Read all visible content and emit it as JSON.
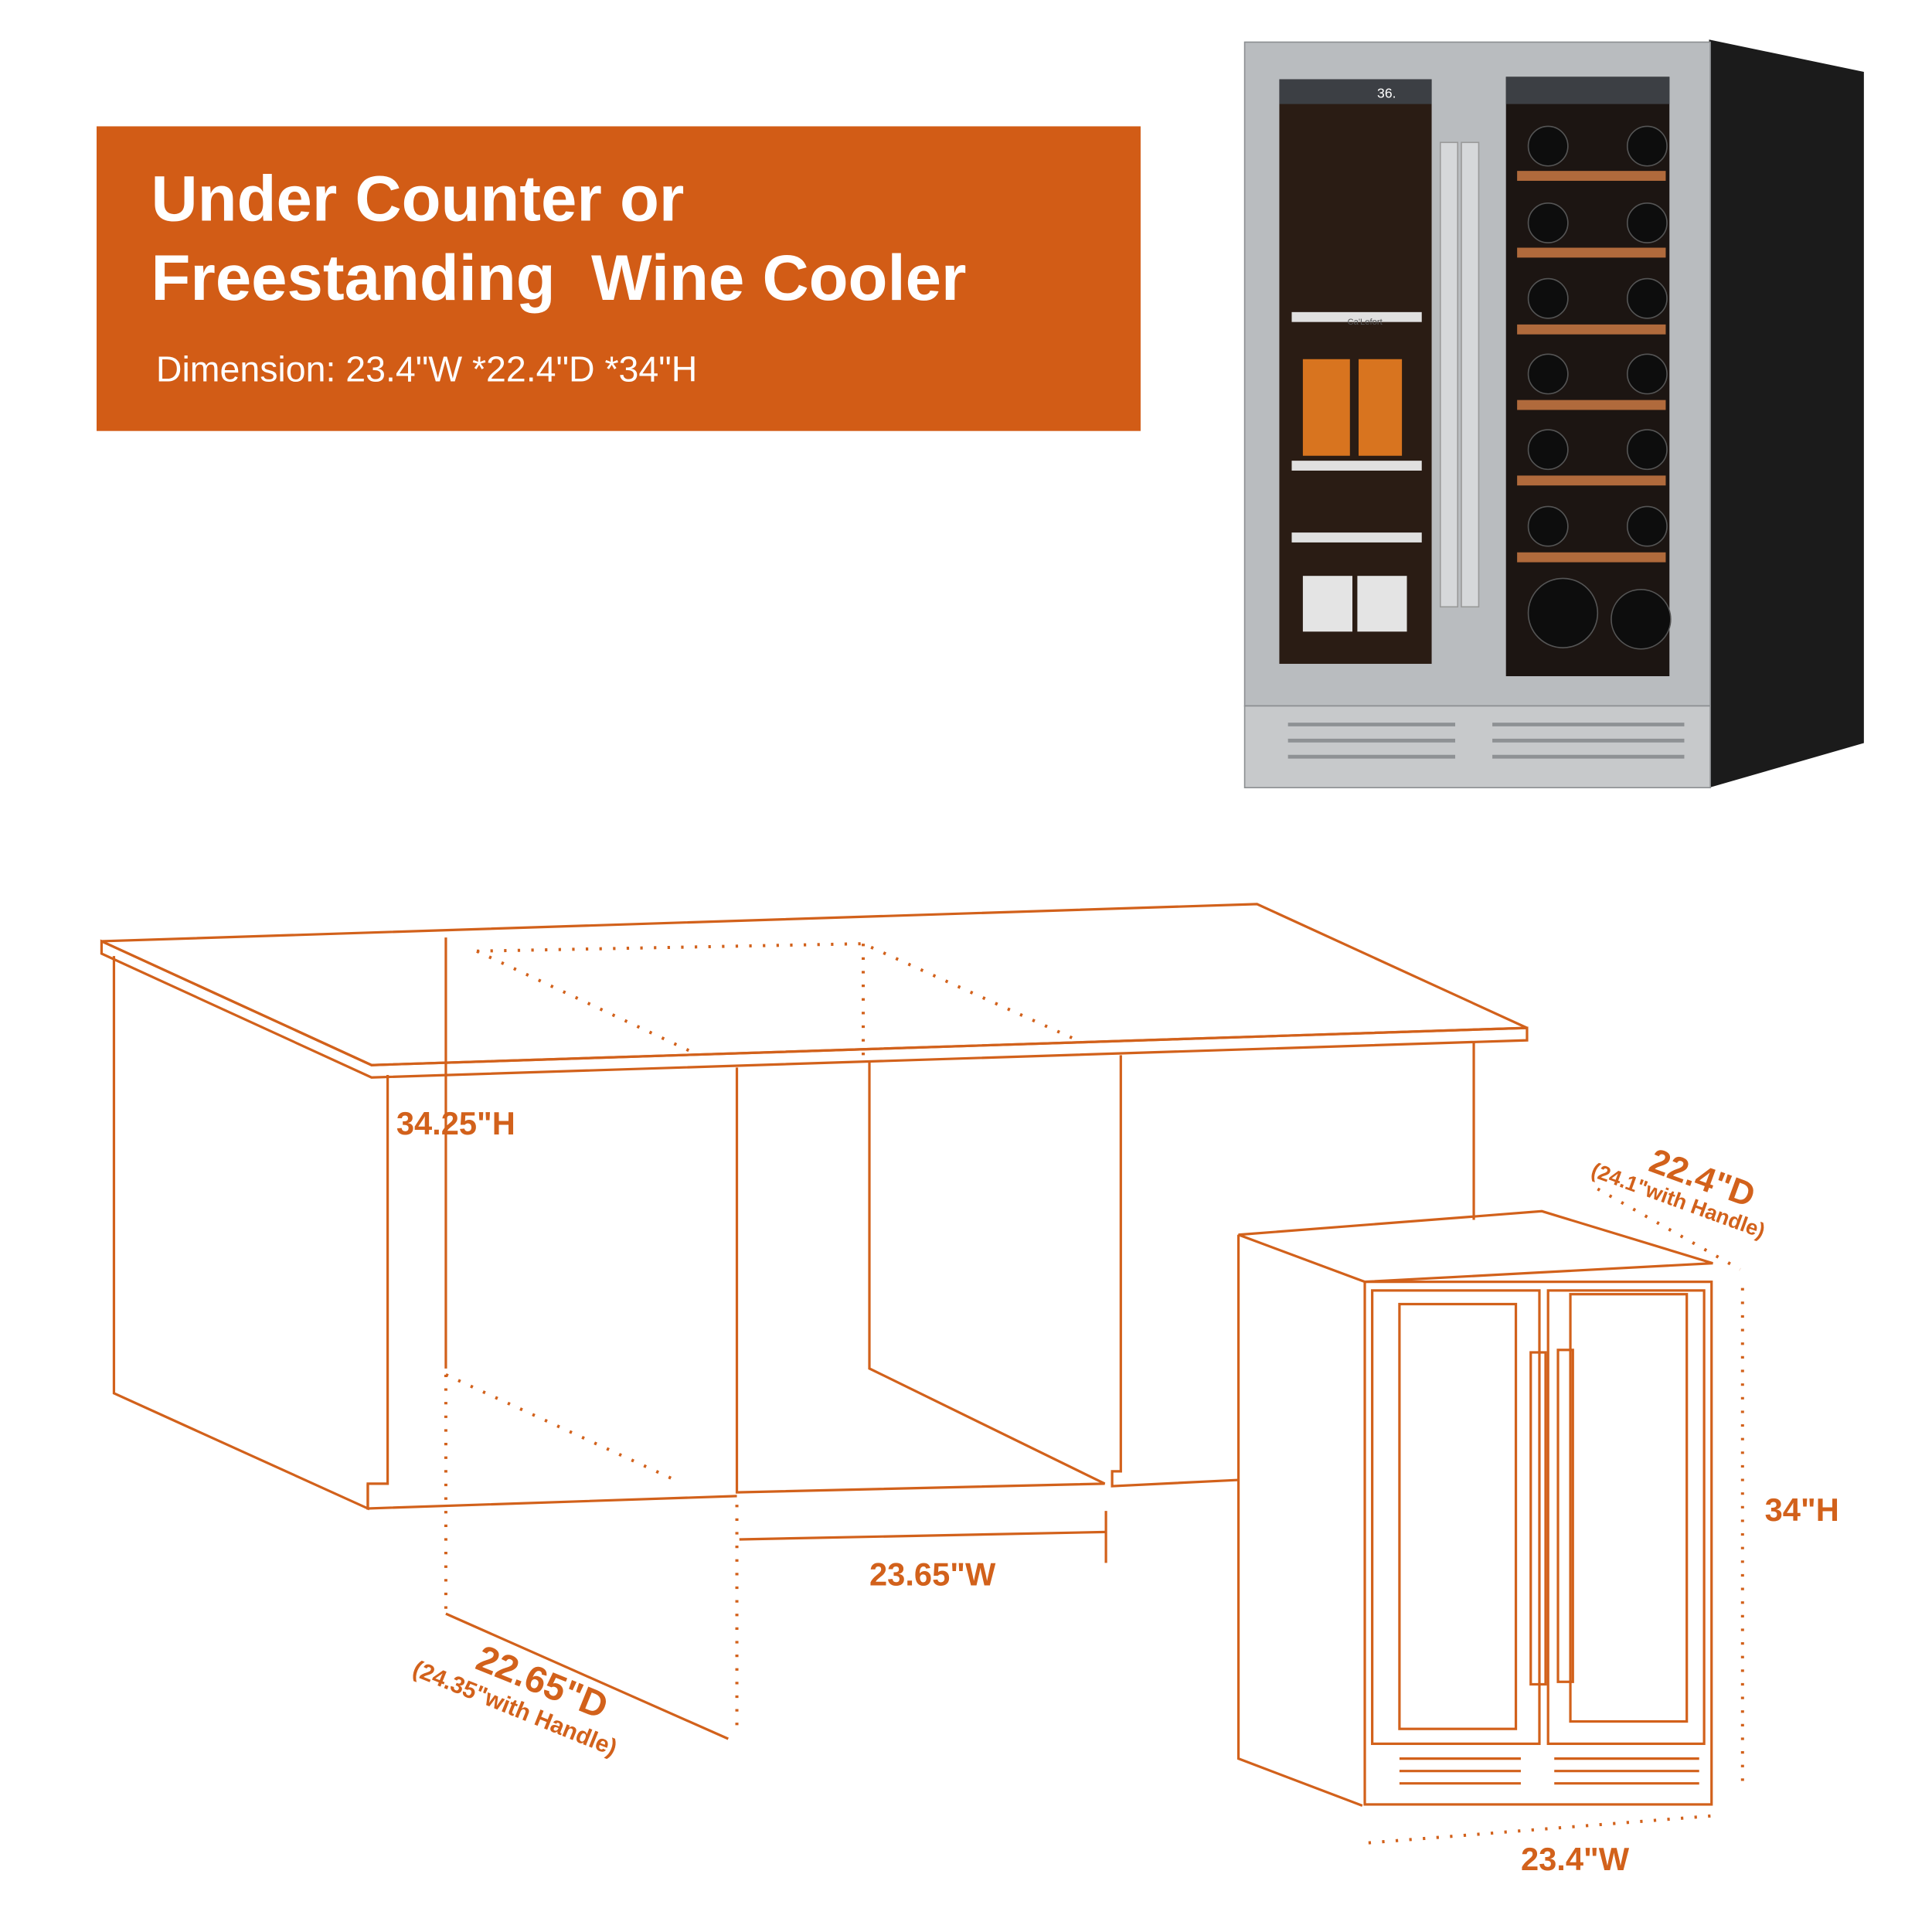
{
  "banner": {
    "title_line1": "Under Counter or",
    "title_line2": "Freestanding  Wine Cooler",
    "subtitle": "Dimension: 23.4\"W *22.4\"D *34\"H",
    "color": "#d25c16"
  },
  "product": {
    "brand": "Ca'Lefort",
    "display_temp": "36."
  },
  "cutout": {
    "height": "34.25\"H",
    "width": "23.65\"W",
    "depth": "22.65\"D",
    "depth_with_handle": "(24.35\"with Handle)"
  },
  "unit": {
    "depth": "22.4\"D",
    "depth_with_handle": "(24.1\"with Handle)",
    "height": "34\"H",
    "width": "23.4\"W"
  },
  "accent_color": "#d2611b"
}
